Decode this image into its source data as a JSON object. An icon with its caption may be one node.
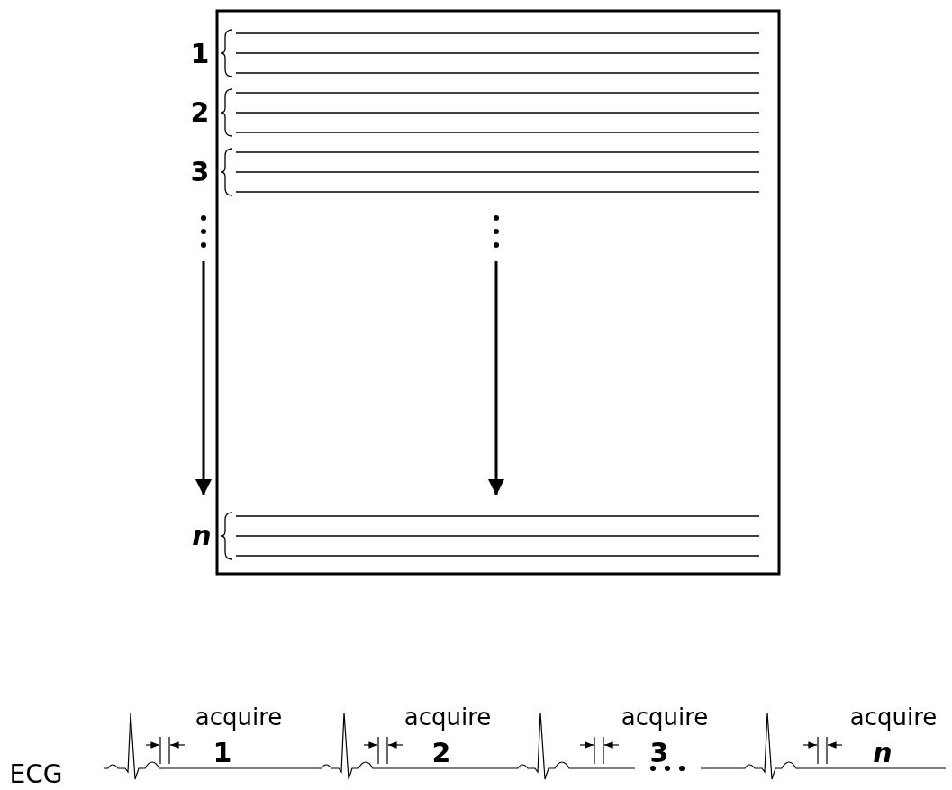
{
  "diagram": {
    "labels": [
      "1",
      "2",
      "3",
      "n",
      "acquire",
      "acquire",
      "acquire",
      "acquire",
      "1",
      "2",
      "3",
      "n",
      "ECG"
    ]
  }
}
